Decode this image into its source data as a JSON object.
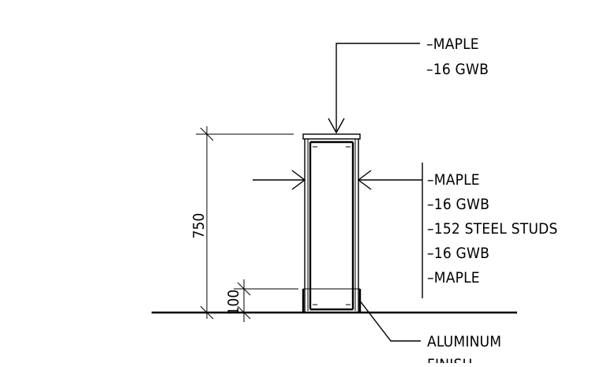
{
  "top_callout": {
    "lines": [
      "–MAPLE",
      "–16 GWB"
    ]
  },
  "side_callout": {
    "lines": [
      "–MAPLE",
      "–16 GWB",
      "–152 STEEL STUDS",
      "–16 GWB",
      "–MAPLE"
    ]
  },
  "base_callout": {
    "lines": [
      "ALUMINUM",
      "FINISH"
    ]
  },
  "dimensions": {
    "overall_height": "750",
    "base_height": "100"
  }
}
